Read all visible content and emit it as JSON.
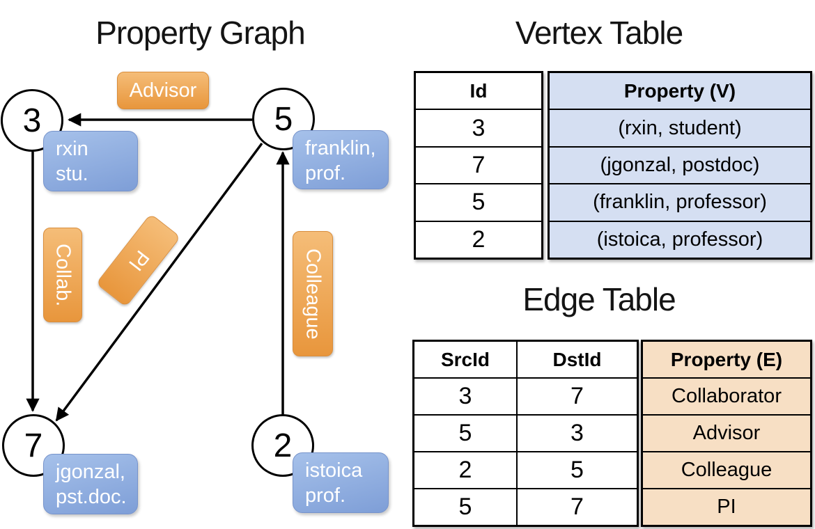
{
  "titles": {
    "property_graph": "Property Graph",
    "vertex_table": "Vertex Table",
    "edge_table": "Edge Table"
  },
  "graph": {
    "nodes": {
      "n3": {
        "id": "3",
        "property_line1": "rxin",
        "property_line2": "stu."
      },
      "n5": {
        "id": "5",
        "property_line1": "franklin,",
        "property_line2": "prof."
      },
      "n7": {
        "id": "7",
        "property_line1": "jgonzal,",
        "property_line2": "pst.doc."
      },
      "n2": {
        "id": "2",
        "property_line1": "istoica",
        "property_line2": "prof."
      }
    },
    "edge_labels": {
      "advisor": "Advisor",
      "collab": "Collab.",
      "pi": "PI",
      "colleague": "Colleague"
    }
  },
  "vertex_table": {
    "headers": {
      "id": "Id",
      "property": "Property (V)"
    },
    "rows": [
      {
        "id": "3",
        "property": "(rxin, student)"
      },
      {
        "id": "7",
        "property": "(jgonzal, postdoc)"
      },
      {
        "id": "5",
        "property": "(franklin, professor)"
      },
      {
        "id": "2",
        "property": "(istoica, professor)"
      }
    ]
  },
  "edge_table": {
    "headers": {
      "src": "SrcId",
      "dst": "DstId",
      "property": "Property (E)"
    },
    "rows": [
      {
        "src": "3",
        "dst": "7",
        "property": "Collaborator"
      },
      {
        "src": "5",
        "dst": "3",
        "property": "Advisor"
      },
      {
        "src": "2",
        "dst": "5",
        "property": "Colleague"
      },
      {
        "src": "5",
        "dst": "7",
        "property": "PI"
      }
    ]
  },
  "colors": {
    "edge-label-top": "#f5bd78",
    "edge-label-bottom": "#e8963c",
    "edge-label-border": "#d98d3b",
    "vertex-box-top": "#a6c1ea",
    "vertex-box-bottom": "#7e9ed7",
    "vertex-box-border": "#7693cb",
    "vertex-col-fill": "#d5dff2",
    "edge-col-fill": "#f7dfc4",
    "line-color": "#000000"
  }
}
